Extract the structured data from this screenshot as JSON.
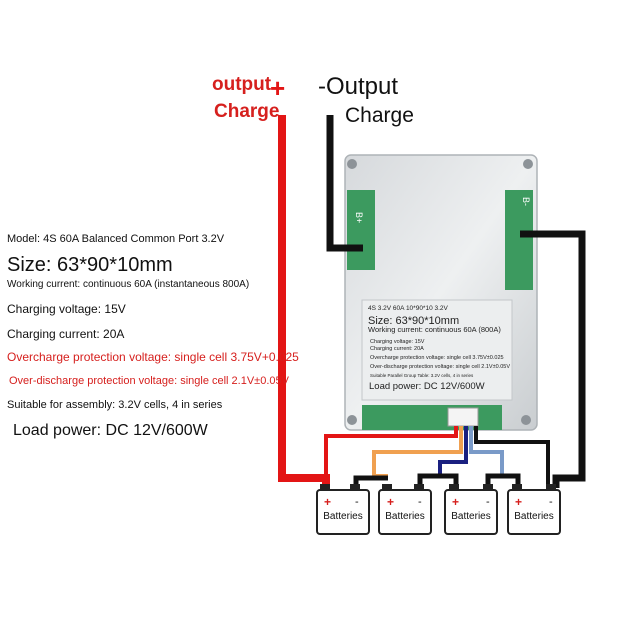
{
  "labels": {
    "positive_output": "output",
    "positive_sign": "+",
    "positive_charge": "Charge",
    "negative_output": "-Output",
    "negative_charge": "Charge"
  },
  "specs": {
    "model": "Model: 4S 60A Balanced Common Port 3.2V",
    "size": "Size: 63*90*10mm",
    "working_current": "Working current: continuous 60A (instantaneous 800A)",
    "charging_voltage": "Charging voltage: 15V",
    "charging_current": "Charging current: 20A",
    "overcharge": "Overcharge protection voltage: single cell 3.75V+0.025",
    "overdischarge": "Over-discharge protection voltage: single cell 2.1V±0.05V",
    "assembly": "Suitable for assembly: 3.2V cells, 4 in series",
    "load_power": "Load power: DC 12V/600W"
  },
  "board_label": {
    "header": "4S 3.2V 60A 10*90*10 3.2V",
    "size": "Size: 63*90*10mm",
    "working_current": "Working current: continuous 60A (800A)",
    "charging_voltage": "Charging voltage: 15V",
    "charging_current": "Charging current: 20A",
    "overcharge": "Overcharge protection voltage: single cell 3.75V±0.025",
    "overdischarge": "Over-discharge protection voltage: single cell 2.1V±0.05V",
    "assembly": "Suitable Parallel Group Table: 3.2V cells, 4 in series",
    "load_power": "Load power: DC 12V/600W"
  },
  "board_pads": {
    "b_plus": "B+",
    "b_minus": "B-"
  },
  "batteries": [
    {
      "label": "Batteries",
      "plus": "+",
      "minus": "-"
    },
    {
      "label": "Batteries",
      "plus": "+",
      "minus": "-"
    },
    {
      "label": "Batteries",
      "plus": "+",
      "minus": "-"
    },
    {
      "label": "Batteries",
      "plus": "+",
      "minus": "-"
    }
  ],
  "colors": {
    "positive_wire": "#e31515",
    "negative_wire": "#111111",
    "balance_orange": "#f0a050",
    "balance_navy": "#1a2080",
    "balance_blue": "#7a9ac8",
    "accent_red": "#d6201e"
  }
}
